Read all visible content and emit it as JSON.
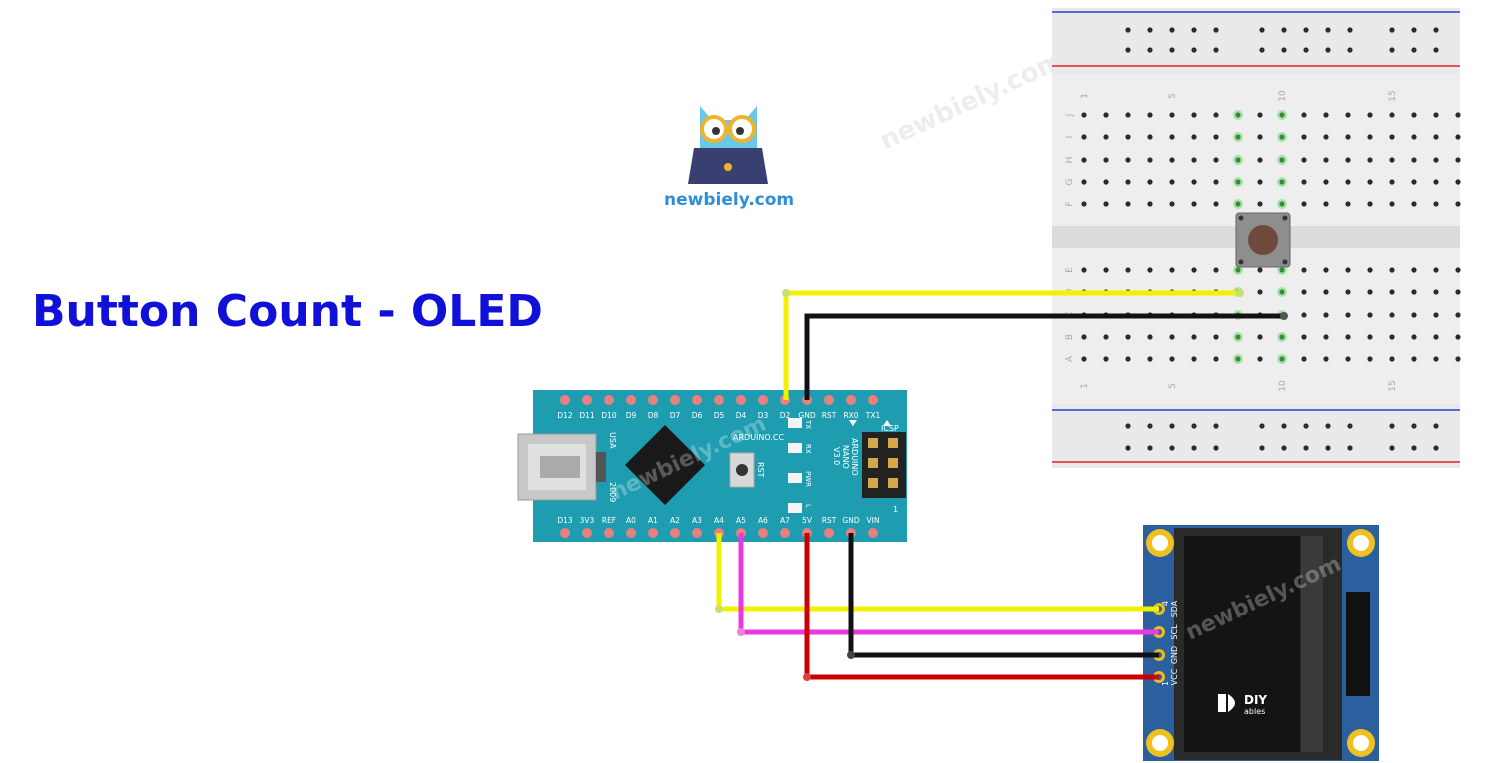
{
  "title": "Button Count - OLED",
  "brand": {
    "logo_text": "newbiely.com",
    "watermark": "newbiely.com"
  },
  "nano": {
    "top_pins": [
      "D12",
      "D11",
      "D10",
      "D9",
      "D8",
      "D7",
      "D6",
      "D5",
      "D4",
      "D3",
      "D2",
      "GND",
      "RST",
      "RX0",
      "TX1"
    ],
    "bottom_pins": [
      "D13",
      "3V3",
      "REF",
      "A0",
      "A1",
      "A2",
      "A3",
      "A4",
      "A5",
      "A6",
      "A7",
      "5V",
      "RST",
      "GND",
      "VIN"
    ],
    "leds": [
      "TX",
      "RX",
      "PWR",
      "L"
    ],
    "usa": "USA",
    "year": "2009",
    "maker": "ARDUINO.CC",
    "rst": "RST",
    "name_line1": "ARDUINO",
    "name_line2": "NANO",
    "name_line3": "V3.0",
    "icsp": "ICSP",
    "icsp_pin": "1"
  },
  "breadboard": {
    "row_labels": [
      "J",
      "I",
      "H",
      "G",
      "F",
      "E",
      "D",
      "C",
      "B",
      "A"
    ],
    "col_labels": [
      "1",
      "5",
      "10",
      "15"
    ]
  },
  "oled": {
    "pins": [
      "SDA",
      "SCL",
      "GND",
      "VCC"
    ],
    "pin_top": "4",
    "pin_bottom": "1",
    "logo_line1": "DIY",
    "logo_line2": "ables"
  },
  "colors": {
    "title": "#1010d8",
    "nano_board": "#1e9db0",
    "wire_yellow": "#f2f200",
    "wire_black": "#111111",
    "wire_magenta": "#e838e0",
    "wire_red": "#cc0000",
    "oled_board": "#2b5f9e"
  }
}
